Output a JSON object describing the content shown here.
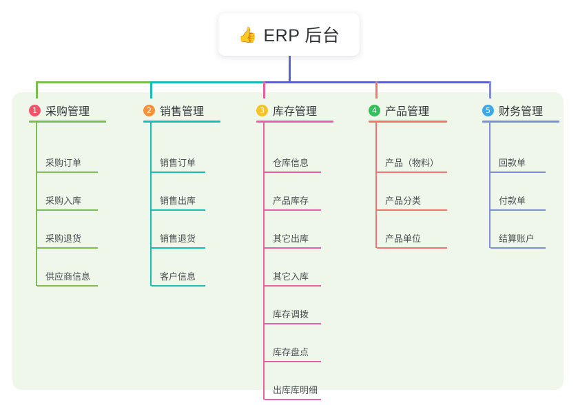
{
  "header": {
    "icon": "thumbs-up-emoji",
    "icon_glyph": "👍",
    "title": "ERP 后台"
  },
  "panel": {
    "background_color": "#eef7e9"
  },
  "trunk_color": "#5b62c9",
  "columns": [
    {
      "number": "1",
      "title": "采购管理",
      "badge_color": "#f4536a",
      "line_color": "#7cbd4e",
      "head_rule_width": 112,
      "item_width": 88,
      "items": [
        "采购订单",
        "采购入库",
        "采购退货",
        "供应商信息"
      ]
    },
    {
      "number": "2",
      "title": "销售管理",
      "badge_color": "#f2933c",
      "line_color": "#16bdb4",
      "head_rule_width": 112,
      "item_width": 78,
      "items": [
        "销售订单",
        "销售出库",
        "销售退货",
        "客户信息"
      ]
    },
    {
      "number": "3",
      "title": "库存管理",
      "badge_color": "#f7c325",
      "line_color": "#ea5fa4",
      "head_rule_width": 112,
      "item_width": 82,
      "items": [
        "仓库信息",
        "产品库存",
        "其它出库",
        "其它入库",
        "库存调拨",
        "库存盘点",
        "出库库明细"
      ]
    },
    {
      "number": "4",
      "title": "产品管理",
      "badge_color": "#34bf5c",
      "line_color": "#f5736e",
      "head_rule_width": 114,
      "item_width": 102,
      "items": [
        "产品（物料）",
        "产品分类",
        "产品单位"
      ]
    },
    {
      "number": "5",
      "title": "财务管理",
      "badge_color": "#3fa9e8",
      "line_color": "#7b8ed6",
      "head_rule_width": 112,
      "item_width": 80,
      "items": [
        "回款单",
        "付款单",
        "结算账户"
      ]
    }
  ]
}
